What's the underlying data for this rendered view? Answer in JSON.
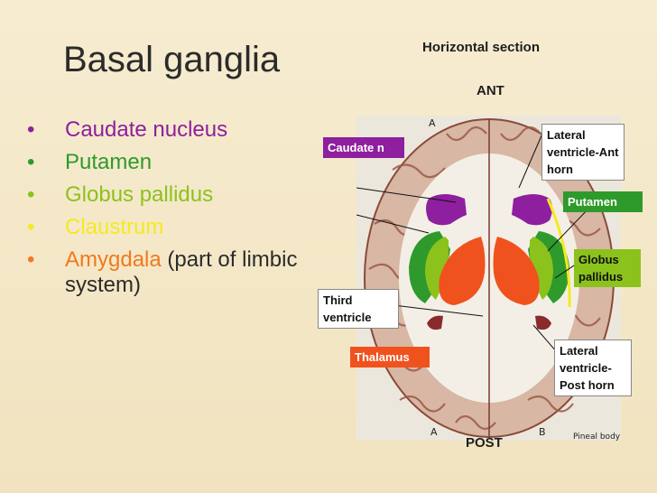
{
  "title": "Basal ganglia",
  "bullets": [
    {
      "label": "Caudate nucleus",
      "color": "#8e1f9e",
      "note": ""
    },
    {
      "label": "Putamen",
      "color": "#2e9a2b",
      "note": ""
    },
    {
      "label": "Globus pallidus",
      "color": "#8cc21c",
      "note": ""
    },
    {
      "label": "Claustrum",
      "color": "#f4ea1e",
      "note": ""
    },
    {
      "label": "Amygdala",
      "color": "#f07a1e",
      "note": "(part of limbic system)"
    }
  ],
  "diagram": {
    "section_title": "Horizontal section",
    "ant": "ANT",
    "post": "POST",
    "image_letters": {
      "a_top": "A",
      "a_bottom": "A",
      "b_bottom": "B",
      "pineal": "Pineal body"
    },
    "callouts": {
      "caudate": {
        "label": "Caudate n",
        "color": "#8e1f9e"
      },
      "lat_ant": {
        "label": "Lateral ventricle-Ant horn"
      },
      "putamen": {
        "label": "Putamen",
        "color": "#2e9a2b"
      },
      "globus": {
        "label": "Globus pallidus",
        "color": "#8cc21c"
      },
      "third": {
        "label": "Third ventricle"
      },
      "thalamus": {
        "label": "Thalamus",
        "color": "#f0521e"
      },
      "lat_post": {
        "label": "Lateral ventricle-Post horn"
      }
    }
  }
}
